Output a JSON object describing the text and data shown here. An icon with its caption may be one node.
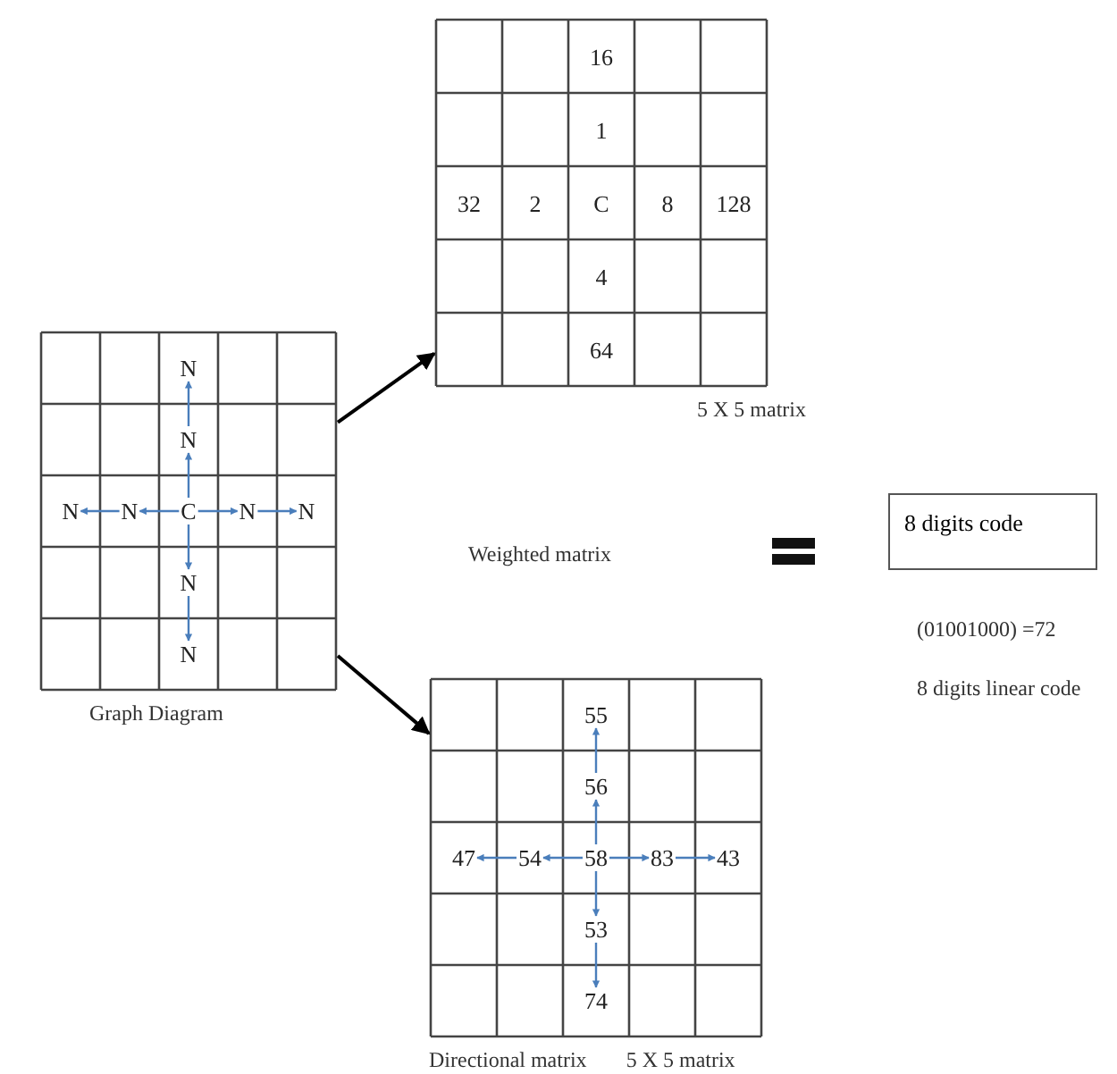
{
  "diagram": {
    "nodes": [
      {
        "text": [
          "Graph Diagram"
        ]
      },
      {
        "text": [
          "N"
        ],
        "in": 0
      },
      {
        "text": [
          "N"
        ],
        "in": 0
      },
      {
        "text": [
          "N"
        ],
        "in": 0
      },
      {
        "text": [
          "N"
        ],
        "in": 0
      },
      {
        "text": [
          "C"
        ],
        "in": 0
      },
      {
        "text": [
          "N"
        ],
        "in": 0
      },
      {
        "text": [
          "N"
        ],
        "in": 0
      },
      {
        "text": [
          "N"
        ],
        "in": 0
      },
      {
        "text": [
          "N"
        ],
        "in": 0
      },
      {
        "text": [
          "5 X 5 matrix"
        ]
      },
      {
        "text": [
          "16"
        ],
        "in": 10
      },
      {
        "text": [
          "1"
        ],
        "in": 10
      },
      {
        "text": [
          "32"
        ],
        "in": 10
      },
      {
        "text": [
          "2"
        ],
        "in": 10
      },
      {
        "text": [
          "C"
        ],
        "in": 10
      },
      {
        "text": [
          "8"
        ],
        "in": 10
      },
      {
        "text": [
          "128"
        ],
        "in": 10
      },
      {
        "text": [
          "4"
        ],
        "in": 10
      },
      {
        "text": [
          "64"
        ],
        "in": 10
      },
      {
        "text": [
          "Directional matrix",
          "5 X 5 matrix"
        ]
      },
      {
        "text": [
          "55"
        ],
        "in": 20
      },
      {
        "text": [
          "56"
        ],
        "in": 20
      },
      {
        "text": [
          "47"
        ],
        "in": 20
      },
      {
        "text": [
          "54"
        ],
        "in": 20
      },
      {
        "text": [
          "58"
        ],
        "in": 20
      },
      {
        "text": [
          "83"
        ],
        "in": 20
      },
      {
        "text": [
          "43"
        ],
        "in": 20
      },
      {
        "text": [
          "53"
        ],
        "in": 20
      },
      {
        "text": [
          "74"
        ],
        "in": 20
      },
      {
        "text": [
          "8 digits code"
        ]
      }
    ],
    "edges": [
      {
        "from": 0,
        "to": 10,
        "arrow": "to",
        "color": "#000000"
      },
      {
        "from": 0,
        "to": 20,
        "arrow": "to",
        "color": "#000000"
      },
      {
        "from": 5,
        "to": 2,
        "arrow": "to"
      },
      {
        "from": 2,
        "to": 1,
        "arrow": "to"
      },
      {
        "from": 5,
        "to": 4,
        "arrow": "to"
      },
      {
        "from": 4,
        "to": 3,
        "arrow": "to"
      },
      {
        "from": 5,
        "to": 6,
        "arrow": "to"
      },
      {
        "from": 6,
        "to": 7,
        "arrow": "to"
      },
      {
        "from": 5,
        "to": 8,
        "arrow": "to"
      },
      {
        "from": 8,
        "to": 9,
        "arrow": "to"
      },
      {
        "from": 25,
        "to": 22,
        "arrow": "to"
      },
      {
        "from": 22,
        "to": 21,
        "arrow": "to"
      },
      {
        "from": 25,
        "to": 24,
        "arrow": "to"
      },
      {
        "from": 24,
        "to": 23,
        "arrow": "to"
      },
      {
        "from": 25,
        "to": 26,
        "arrow": "to"
      },
      {
        "from": 26,
        "to": 27,
        "arrow": "to"
      },
      {
        "from": 25,
        "to": 28,
        "arrow": "to"
      },
      {
        "from": 28,
        "to": 29,
        "arrow": "to"
      }
    ],
    "labels": [
      "Weighted matrix",
      "(01001000) =72",
      "8 digits linear code"
    ]
  }
}
